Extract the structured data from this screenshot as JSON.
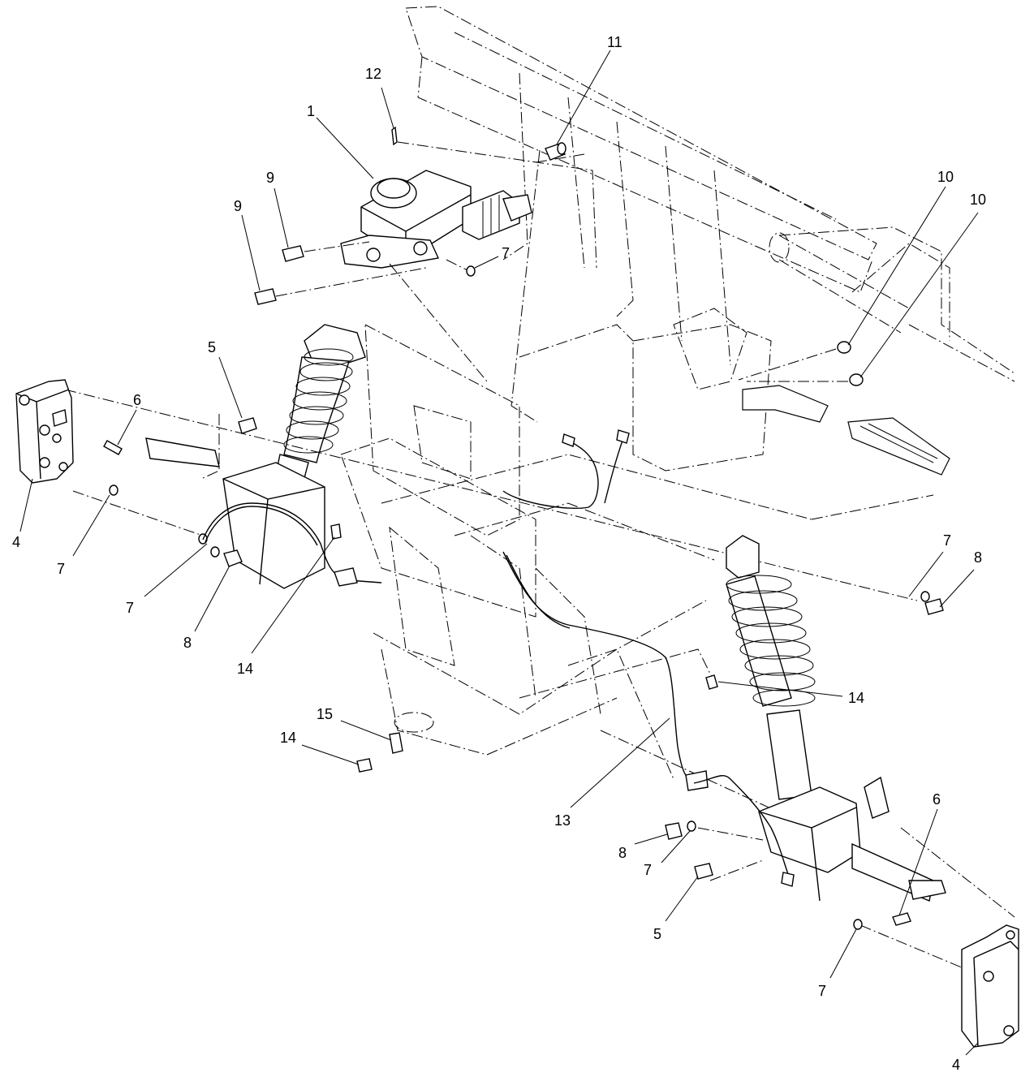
{
  "diagram": {
    "callouts": [
      {
        "id": "c1",
        "text": "1"
      },
      {
        "id": "c2",
        "text": "12"
      },
      {
        "id": "c3",
        "text": "11"
      },
      {
        "id": "c4",
        "text": "9"
      },
      {
        "id": "c5",
        "text": "9"
      },
      {
        "id": "c6",
        "text": "7"
      },
      {
        "id": "c7",
        "text": "10"
      },
      {
        "id": "c8",
        "text": "10"
      },
      {
        "id": "c9",
        "text": "5"
      },
      {
        "id": "c10",
        "text": "6"
      },
      {
        "id": "c11",
        "text": "4"
      },
      {
        "id": "c12",
        "text": "7"
      },
      {
        "id": "c13",
        "text": "7"
      },
      {
        "id": "c14",
        "text": "8"
      },
      {
        "id": "c15",
        "text": "14"
      },
      {
        "id": "c16",
        "text": "7"
      },
      {
        "id": "c17",
        "text": "8"
      },
      {
        "id": "c18",
        "text": "14"
      },
      {
        "id": "c19",
        "text": "15"
      },
      {
        "id": "c20",
        "text": "14"
      },
      {
        "id": "c21",
        "text": "13"
      },
      {
        "id": "c22",
        "text": "8"
      },
      {
        "id": "c23",
        "text": "7"
      },
      {
        "id": "c24",
        "text": "5"
      },
      {
        "id": "c25",
        "text": "6"
      },
      {
        "id": "c26",
        "text": "7"
      },
      {
        "id": "c27",
        "text": "4"
      }
    ]
  }
}
